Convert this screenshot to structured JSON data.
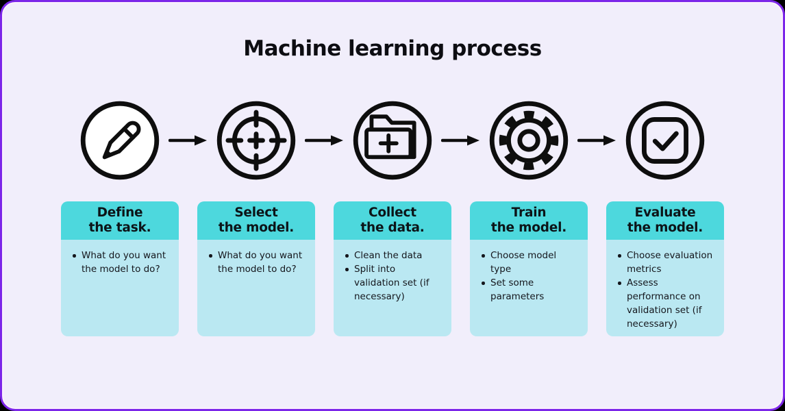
{
  "page": {
    "title": "Machine learning process"
  },
  "frame": {
    "outer_background": "#000000",
    "border_color": "#7B26E9",
    "background": "#F1EEFB"
  },
  "colors": {
    "header_teal": "#4DD8DD",
    "body_teal": "#BAE8F2",
    "icon_stroke": "#0E0E0E",
    "text": "#14161C"
  },
  "icons": [
    "pencil-icon",
    "target-icon",
    "folder-plus-icon",
    "gear-icon",
    "checkbox-check-icon",
    "arrow-right-icon"
  ],
  "steps": [
    {
      "icon": "pencil-icon",
      "title": "Define\nthe task.",
      "bullets": [
        "What do you want the model to do?"
      ]
    },
    {
      "icon": "target-icon",
      "title": "Select\nthe model.",
      "bullets": [
        "What do you want the model to do?"
      ]
    },
    {
      "icon": "folder-plus-icon",
      "title": "Collect\nthe data.",
      "bullets": [
        "Clean the data",
        "Split into validation set (if necessary)"
      ]
    },
    {
      "icon": "gear-icon",
      "title": "Train\nthe model.",
      "bullets": [
        "Choose model type",
        "Set some parameters"
      ]
    },
    {
      "icon": "checkbox-check-icon",
      "title": "Evaluate\nthe model.",
      "bullets": [
        "Choose evaluation metrics",
        "Assess performance on validation set (if necessary)"
      ]
    }
  ]
}
